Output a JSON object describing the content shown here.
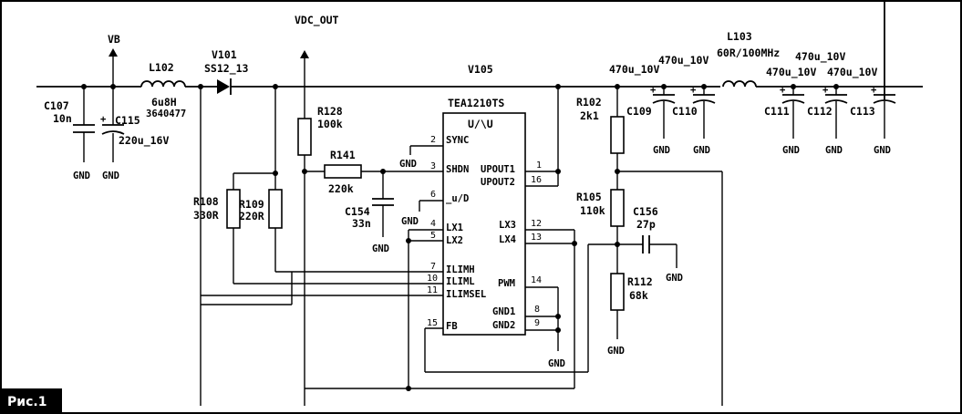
{
  "figure_tag": "Рис.1",
  "nets": {
    "vb": "VB",
    "vdc_out": "VDC_OUT",
    "v105": "V105"
  },
  "gnd_label": "GND",
  "chip": {
    "name": "TEA1210TS",
    "subtitle": "U/\\U",
    "left_pins": [
      {
        "num": "2",
        "name": "SYNC"
      },
      {
        "num": "3",
        "name": "SHDN"
      },
      {
        "num": "6",
        "name": "_u/D"
      },
      {
        "num": "4",
        "name": "LX1"
      },
      {
        "num": "5",
        "name": "LX2"
      },
      {
        "num": "7",
        "name": "ILIMH"
      },
      {
        "num": "10",
        "name": "ILIML"
      },
      {
        "num": "11",
        "name": "ILIMSEL"
      },
      {
        "num": "15",
        "name": "FB"
      }
    ],
    "right_pins": [
      {
        "num": "1",
        "name": "UPOUT1"
      },
      {
        "num": "16",
        "name": "UPOUT2"
      },
      {
        "num": "12",
        "name": "LX3"
      },
      {
        "num": "13",
        "name": "LX4"
      },
      {
        "num": "14",
        "name": "PWM"
      },
      {
        "num": "8",
        "name": "GND1"
      },
      {
        "num": "9",
        "name": "GND2"
      }
    ]
  },
  "components": {
    "c107": {
      "ref": "C107",
      "value": "10n"
    },
    "c115": {
      "ref": "C115",
      "value": "220u_16V"
    },
    "l102": {
      "ref": "L102",
      "value": "6u8H",
      "part": "3640477"
    },
    "v101": {
      "ref": "V101",
      "value": "SS12_13"
    },
    "r128": {
      "ref": "R128",
      "value": "100k"
    },
    "r141": {
      "ref": "R141",
      "value": "220k"
    },
    "c154": {
      "ref": "C154",
      "value": "33n"
    },
    "r108": {
      "ref": "R108",
      "value": "330R"
    },
    "r109": {
      "ref": "R109",
      "value": "220R"
    },
    "r102": {
      "ref": "R102",
      "value": "2k1"
    },
    "r105": {
      "ref": "R105",
      "value": "110k"
    },
    "r112": {
      "ref": "R112",
      "value": "68k"
    },
    "c156": {
      "ref": "C156",
      "value": "27p"
    },
    "c109": {
      "ref": "C109",
      "value": "470u_10V"
    },
    "c110": {
      "ref": "C110",
      "value": "470u_10V"
    },
    "l103": {
      "ref": "L103",
      "value": "60R/100MHz"
    },
    "c111": {
      "ref": "C111",
      "value": "470u_10V"
    },
    "c112": {
      "ref": "C112",
      "value": "470u_10V"
    },
    "c113": {
      "ref": "C113",
      "value": "470u_10V"
    }
  }
}
